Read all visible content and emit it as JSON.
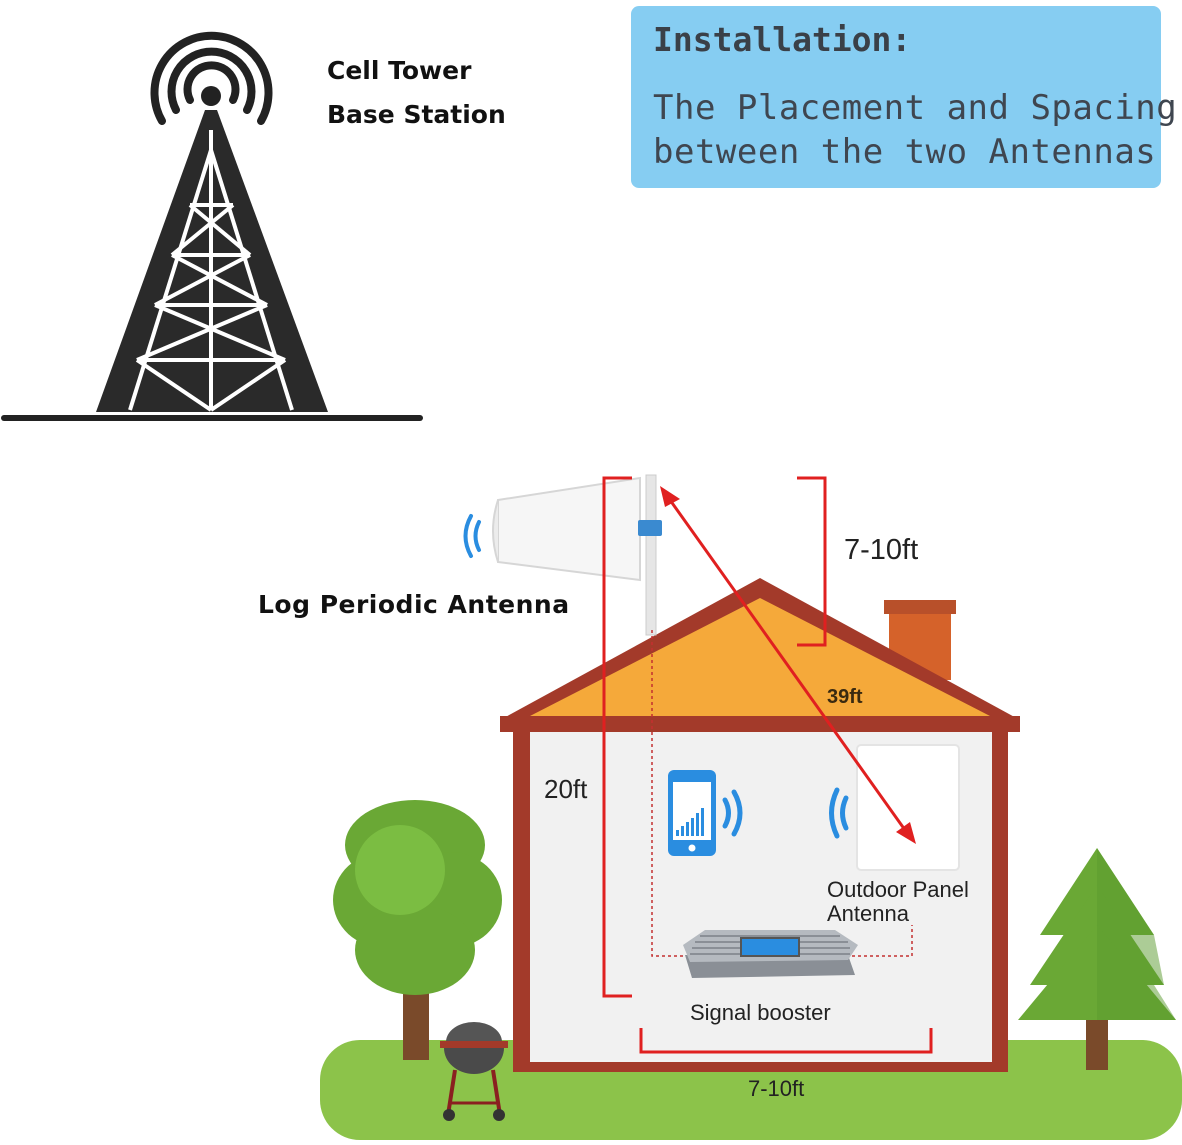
{
  "tower": {
    "line1": "Cell Tower",
    "line2": "Base Station"
  },
  "info": {
    "title": "Installation:",
    "line1": "The Placement and Spacing",
    "line2": "between the two Antennas",
    "bg": "#86cdf2"
  },
  "labels": {
    "log_antenna": "Log Periodic Antenna",
    "panel_antenna_line1": "Outdoor Panel",
    "panel_antenna_line2": "Antenna",
    "signal_booster": "Signal booster"
  },
  "dimensions": {
    "antenna_to_roof": "7-10ft",
    "diagonal": "39ft",
    "vertical": "20ft",
    "floor": "7-10ft"
  },
  "icons": [
    "cell-tower-icon",
    "signal-waves-icon",
    "smartphone-icon",
    "log-periodic-antenna-icon",
    "panel-antenna-icon",
    "signal-booster-icon",
    "tree-icon",
    "pine-tree-icon",
    "grill-icon",
    "house-icon"
  ],
  "colors": {
    "roof": "#f5a93a",
    "house_outline": "#a33a2a",
    "wall": "#f1f1f1",
    "grass": "#8cc34a",
    "measure_red": "#e02020",
    "wave_blue": "#2a8de0"
  }
}
